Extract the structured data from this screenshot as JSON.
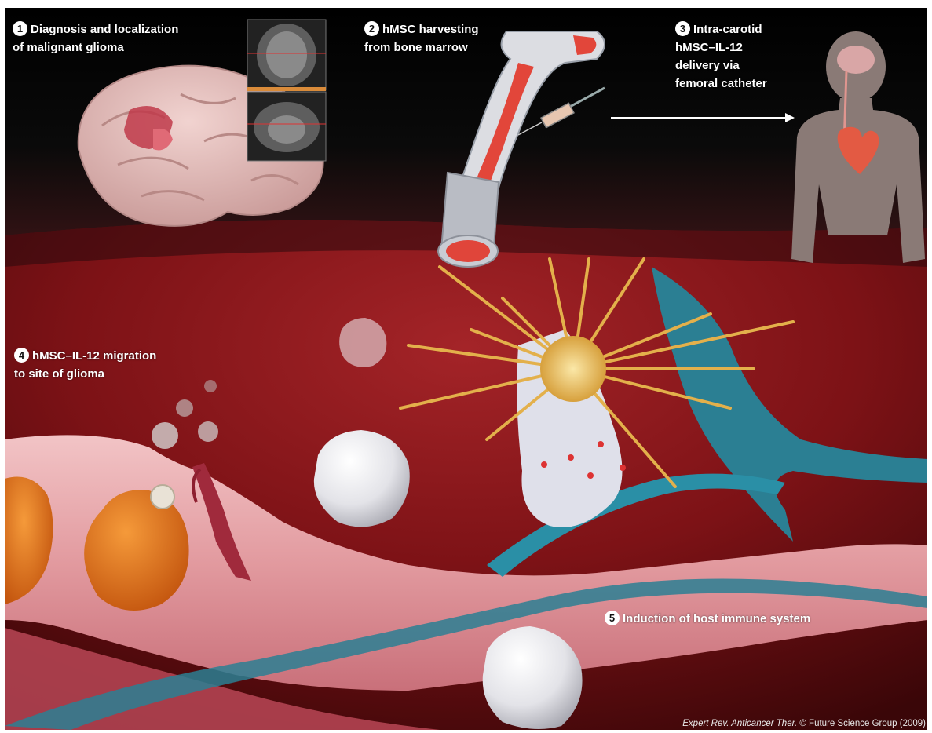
{
  "steps": [
    {
      "number": "1",
      "lines": [
        "Diagnosis and localization",
        "of malignant glioma"
      ]
    },
    {
      "number": "2",
      "lines": [
        "hMSC harvesting",
        "from bone marrow"
      ]
    },
    {
      "number": "3",
      "lines": [
        "Intra-carotid",
        "hMSC–IL-12",
        "delivery via",
        "femoral catheter"
      ]
    },
    {
      "number": "4",
      "lines": [
        "hMSC–IL-12 migration",
        "to site of glioma"
      ]
    },
    {
      "number": "5",
      "lines": [
        "Induction of host immune system"
      ]
    }
  ],
  "credit": {
    "journal": "Expert Rev. Anticancer Ther.",
    "copyright": "© Future Science Group (2009)"
  },
  "illustrations": [
    "brain-illustration",
    "mri-scans",
    "bone-illustration",
    "syringe-icon",
    "arrow-right",
    "human-silhouette",
    "heart-icon",
    "blood-vessel",
    "tumor-cells",
    "immune-cells",
    "stem-cell",
    "nerve-fibers"
  ],
  "colors": {
    "background_top": "#000000",
    "tissue_red": "#7a0f12",
    "vessel_pink": "#e8a3a8",
    "tumor_orange": "#e8731e",
    "nerve_teal": "#2b7f93",
    "cell_grey": "#e0e0e4",
    "stem_cell_gold": "#e3b04b",
    "text": "#ffffff"
  }
}
